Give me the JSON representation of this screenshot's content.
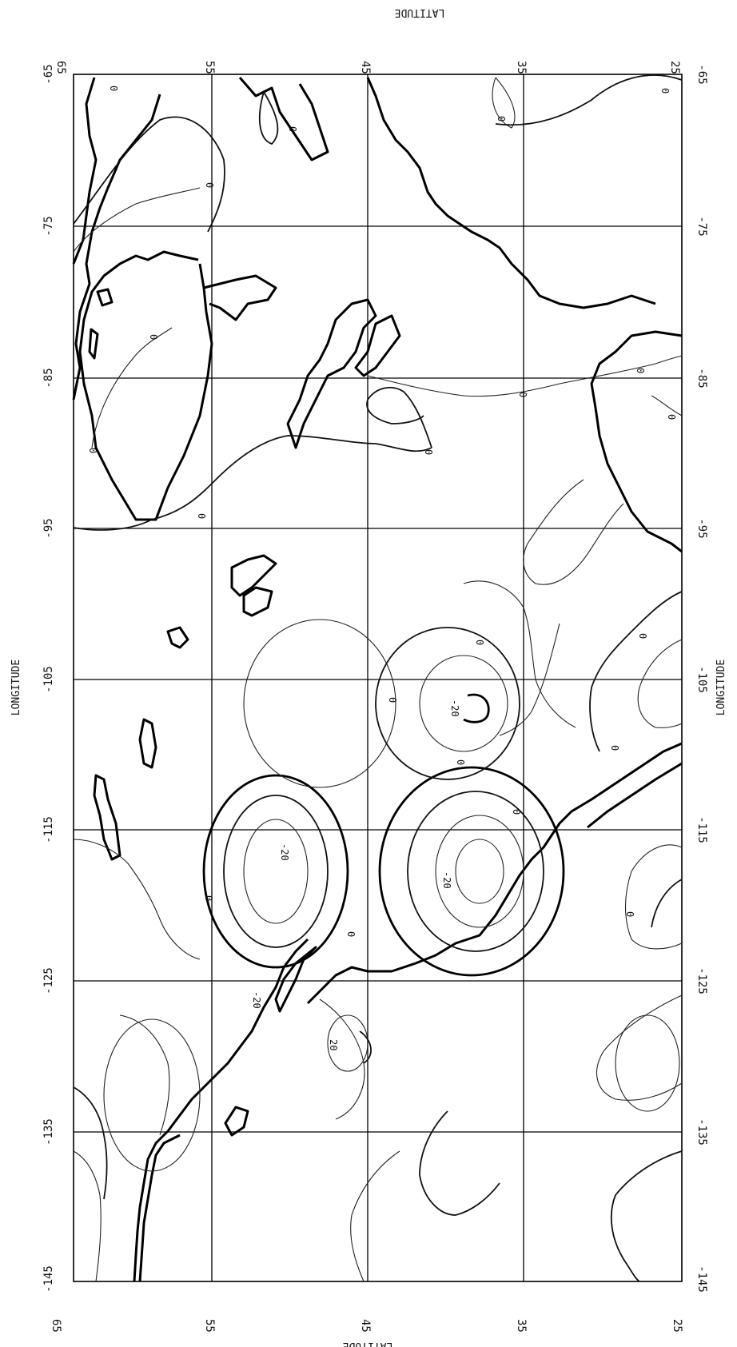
{
  "map": {
    "axis_labels": {
      "latitude_top": "LATITUDE",
      "latitude_bottom": "LATITUDE",
      "longitude_left": "LONGITUDE",
      "longitude_right": "LONGITUDE"
    },
    "latitude_ticks": [
      "65",
      "55",
      "45",
      "35",
      "25"
    ],
    "longitude_ticks": [
      "-65",
      "-75",
      "-85",
      "-95",
      "-105",
      "-115",
      "-125",
      "-135",
      "-145"
    ],
    "contour_labels": [
      "0",
      "0",
      "0",
      "0",
      "0",
      "0",
      "0",
      "0",
      "0",
      "0",
      "0",
      "0",
      "0",
      "0",
      "0",
      "0",
      "0",
      "0",
      "0",
      "0",
      "-20",
      "-20",
      "-20",
      "-20",
      "20",
      "0"
    ]
  }
}
